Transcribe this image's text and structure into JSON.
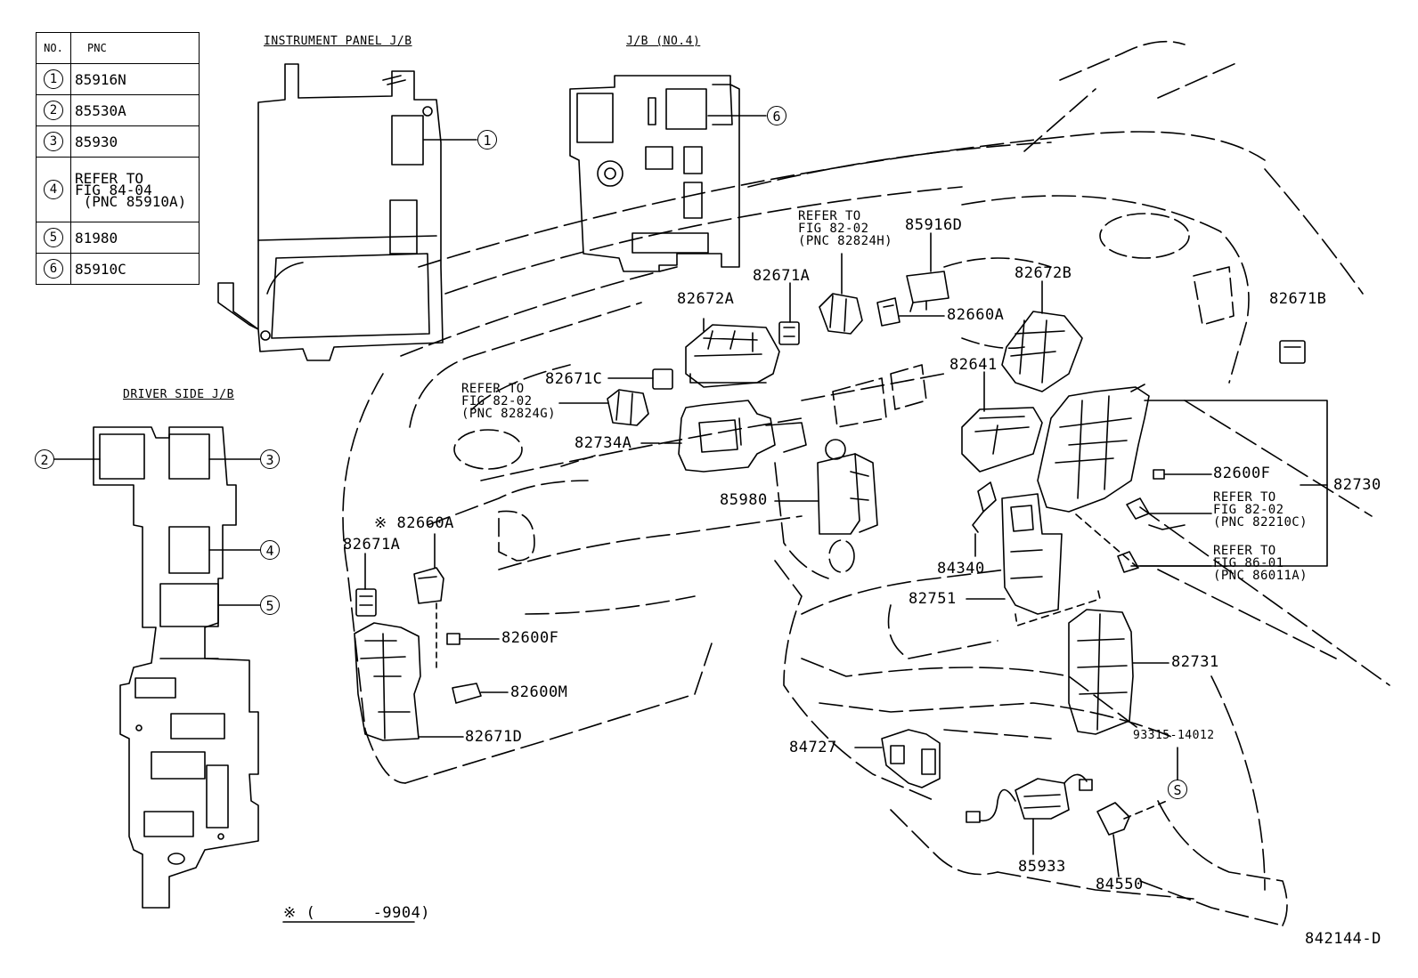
{
  "legend": {
    "header_no": "NO.",
    "header_pnc": "PNC",
    "rows": [
      {
        "no": "1",
        "pnc": "85916N"
      },
      {
        "no": "2",
        "pnc": "85530A"
      },
      {
        "no": "3",
        "pnc": "85930"
      },
      {
        "no": "4",
        "pnc": "REFER TO\nFIG 84-04\n (PNC 85910A)"
      },
      {
        "no": "5",
        "pnc": "81980"
      },
      {
        "no": "6",
        "pnc": "85910C"
      }
    ]
  },
  "titles": {
    "instrument_panel": "INSTRUMENT PANEL J/B",
    "jb_no4": "J/B (NO.4)",
    "driver_side": "DRIVER SIDE J/B"
  },
  "callouts": {
    "c1": "1",
    "c2": "2",
    "c3": "3",
    "c4": "4",
    "c5": "5",
    "c6": "6",
    "s": "S"
  },
  "parts": {
    "p85916D": "85916D",
    "p82671A_top": "82671A",
    "p82672A": "82672A",
    "p82672B": "82672B",
    "p82660A_top": "82660A",
    "p82671B": "82671B",
    "p82671C": "82671C",
    "p82734A": "82734A",
    "p82641": "82641",
    "p85980": "85980",
    "p82600F_right": "82600F",
    "p82730": "82730",
    "p82660A_left": "※ 82660A",
    "p82671A_left": "82671A",
    "p84340": "84340",
    "p82751": "82751",
    "p82600F_left": "82600F",
    "p82600M": "82600M",
    "p82731": "82731",
    "p82671D": "82671D",
    "p84727": "84727",
    "p93315": "93315-14012",
    "p85933": "85933",
    "p84550": "84550"
  },
  "refers": {
    "r82824H": "REFER TO\nFIG 82-02\n(PNC 82824H)",
    "r82824G": "REFER TO\nFIG 82-02\n(PNC 82824G)",
    "r82210C": "REFER TO\nFIG 82-02\n(PNC 82210C)",
    "r86011A": "REFER TO\nFIG 86-01\n(PNC 86011A)"
  },
  "footnote": "※ (      -9904)",
  "figure_id": "842144-D"
}
